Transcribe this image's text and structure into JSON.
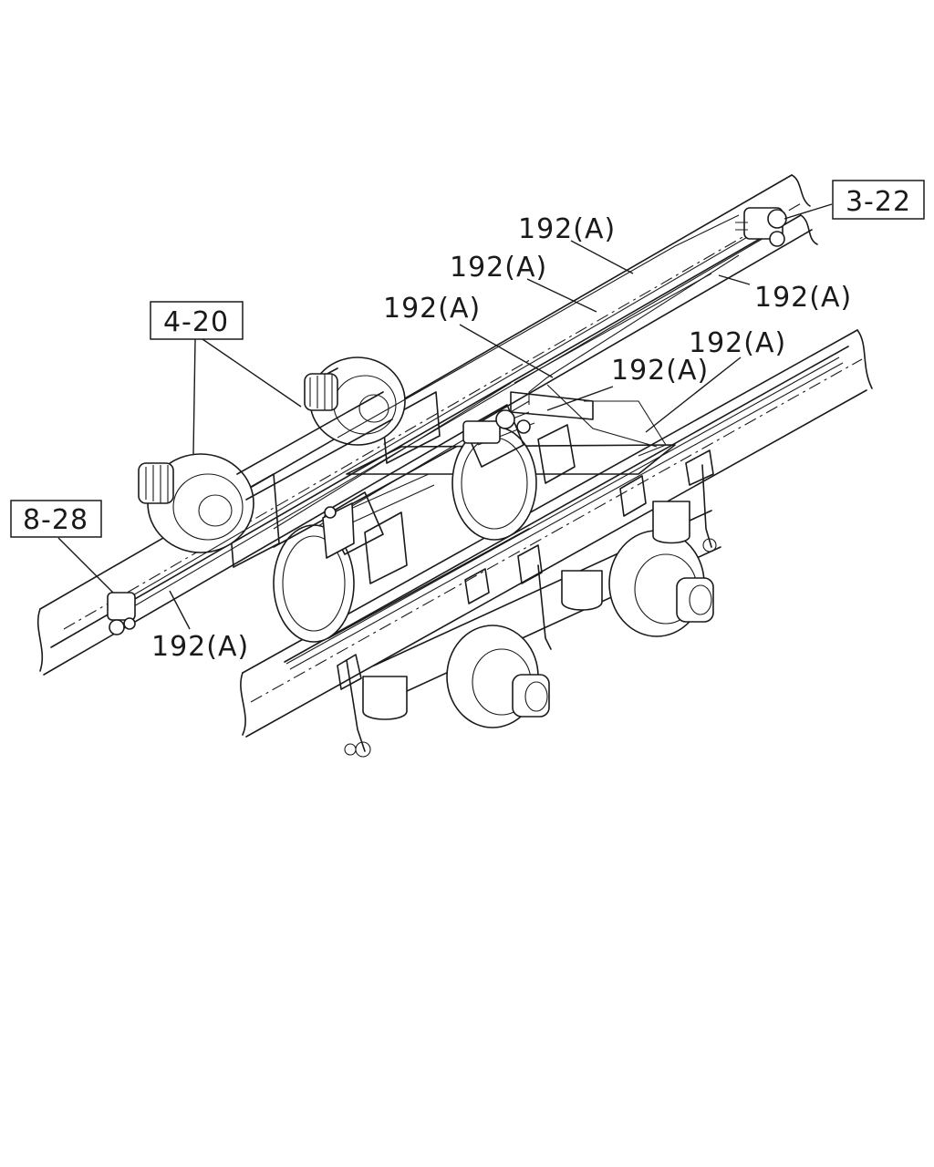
{
  "references": [
    {
      "id": "ref-3-22",
      "text": "3-22"
    },
    {
      "id": "ref-4-20",
      "text": "4-20"
    },
    {
      "id": "ref-8-28",
      "text": "8-28"
    }
  ],
  "callouts": [
    {
      "id": "callout-1",
      "text": "192(A)"
    },
    {
      "id": "callout-2",
      "text": "192(A)"
    },
    {
      "id": "callout-3",
      "text": "192(A)"
    },
    {
      "id": "callout-4",
      "text": "192(A)"
    },
    {
      "id": "callout-5",
      "text": "192(A)"
    },
    {
      "id": "callout-6",
      "text": "192(A)"
    },
    {
      "id": "callout-7",
      "text": "192(A)"
    }
  ]
}
